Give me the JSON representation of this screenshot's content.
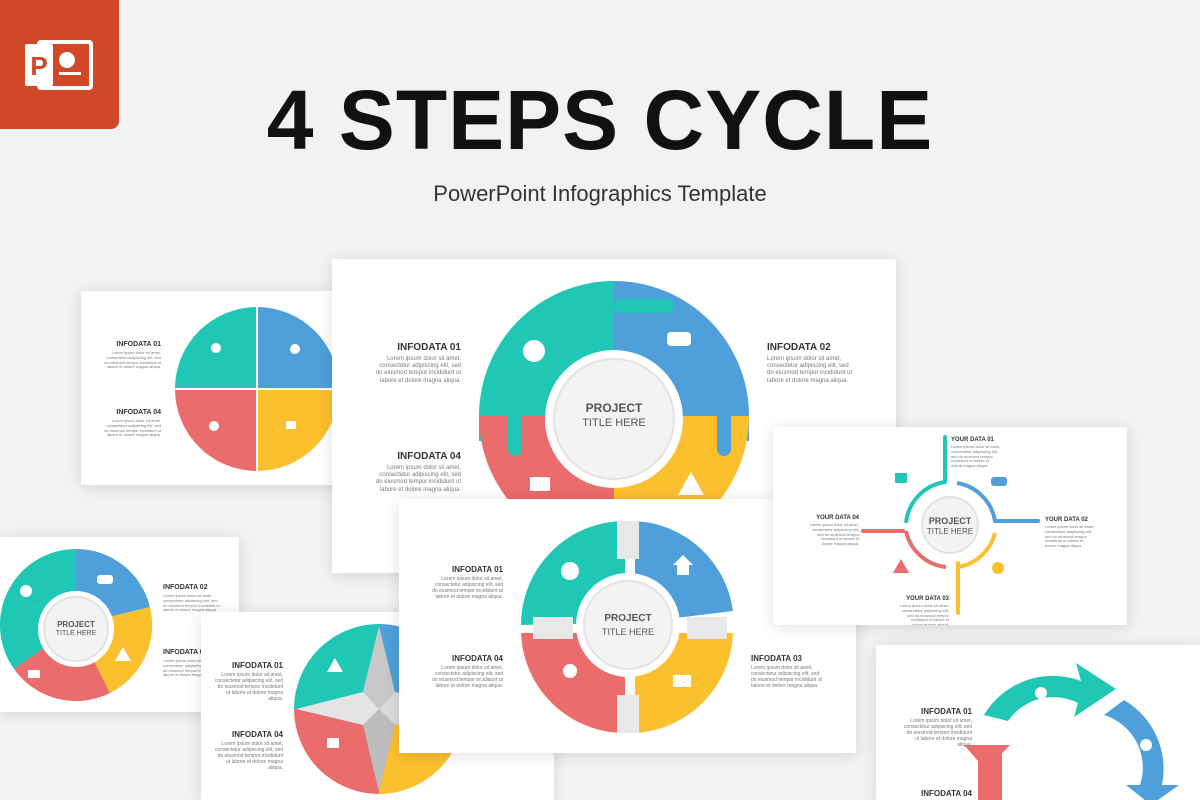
{
  "header": {
    "title": "4 STEPS CYCLE",
    "subtitle": "PowerPoint Infographics Template"
  },
  "app_icon": {
    "name": "powerpoint-icon",
    "letter": "P"
  },
  "colors": {
    "teal": "#1fc7b4",
    "blue": "#4f9fdb",
    "coral": "#ea6c6c",
    "yellow": "#fbc02d",
    "brand": "#d24726"
  },
  "center": {
    "line1": "PROJECT",
    "line2": "TITLE HERE"
  },
  "info_labels": [
    "INFODATA 01",
    "INFODATA 02",
    "INFODATA 03",
    "INFODATA 04"
  ],
  "your_labels": [
    "YOUR DATA 01",
    "YOUR DATA 02",
    "YOUR DATA 03",
    "YOUR DATA 04"
  ],
  "placeholder_text": "Lorem ipsum dolor sit amet, consectetur adipiscing elit, sed do eiusmod tempor incididunt ut labore et dolore magna aliqua.",
  "icons": [
    "money-bag-icon",
    "handshake-icon",
    "warning-icon",
    "chart-icon",
    "pie-chart-icon",
    "gear-icon",
    "home-icon",
    "user-icon"
  ]
}
